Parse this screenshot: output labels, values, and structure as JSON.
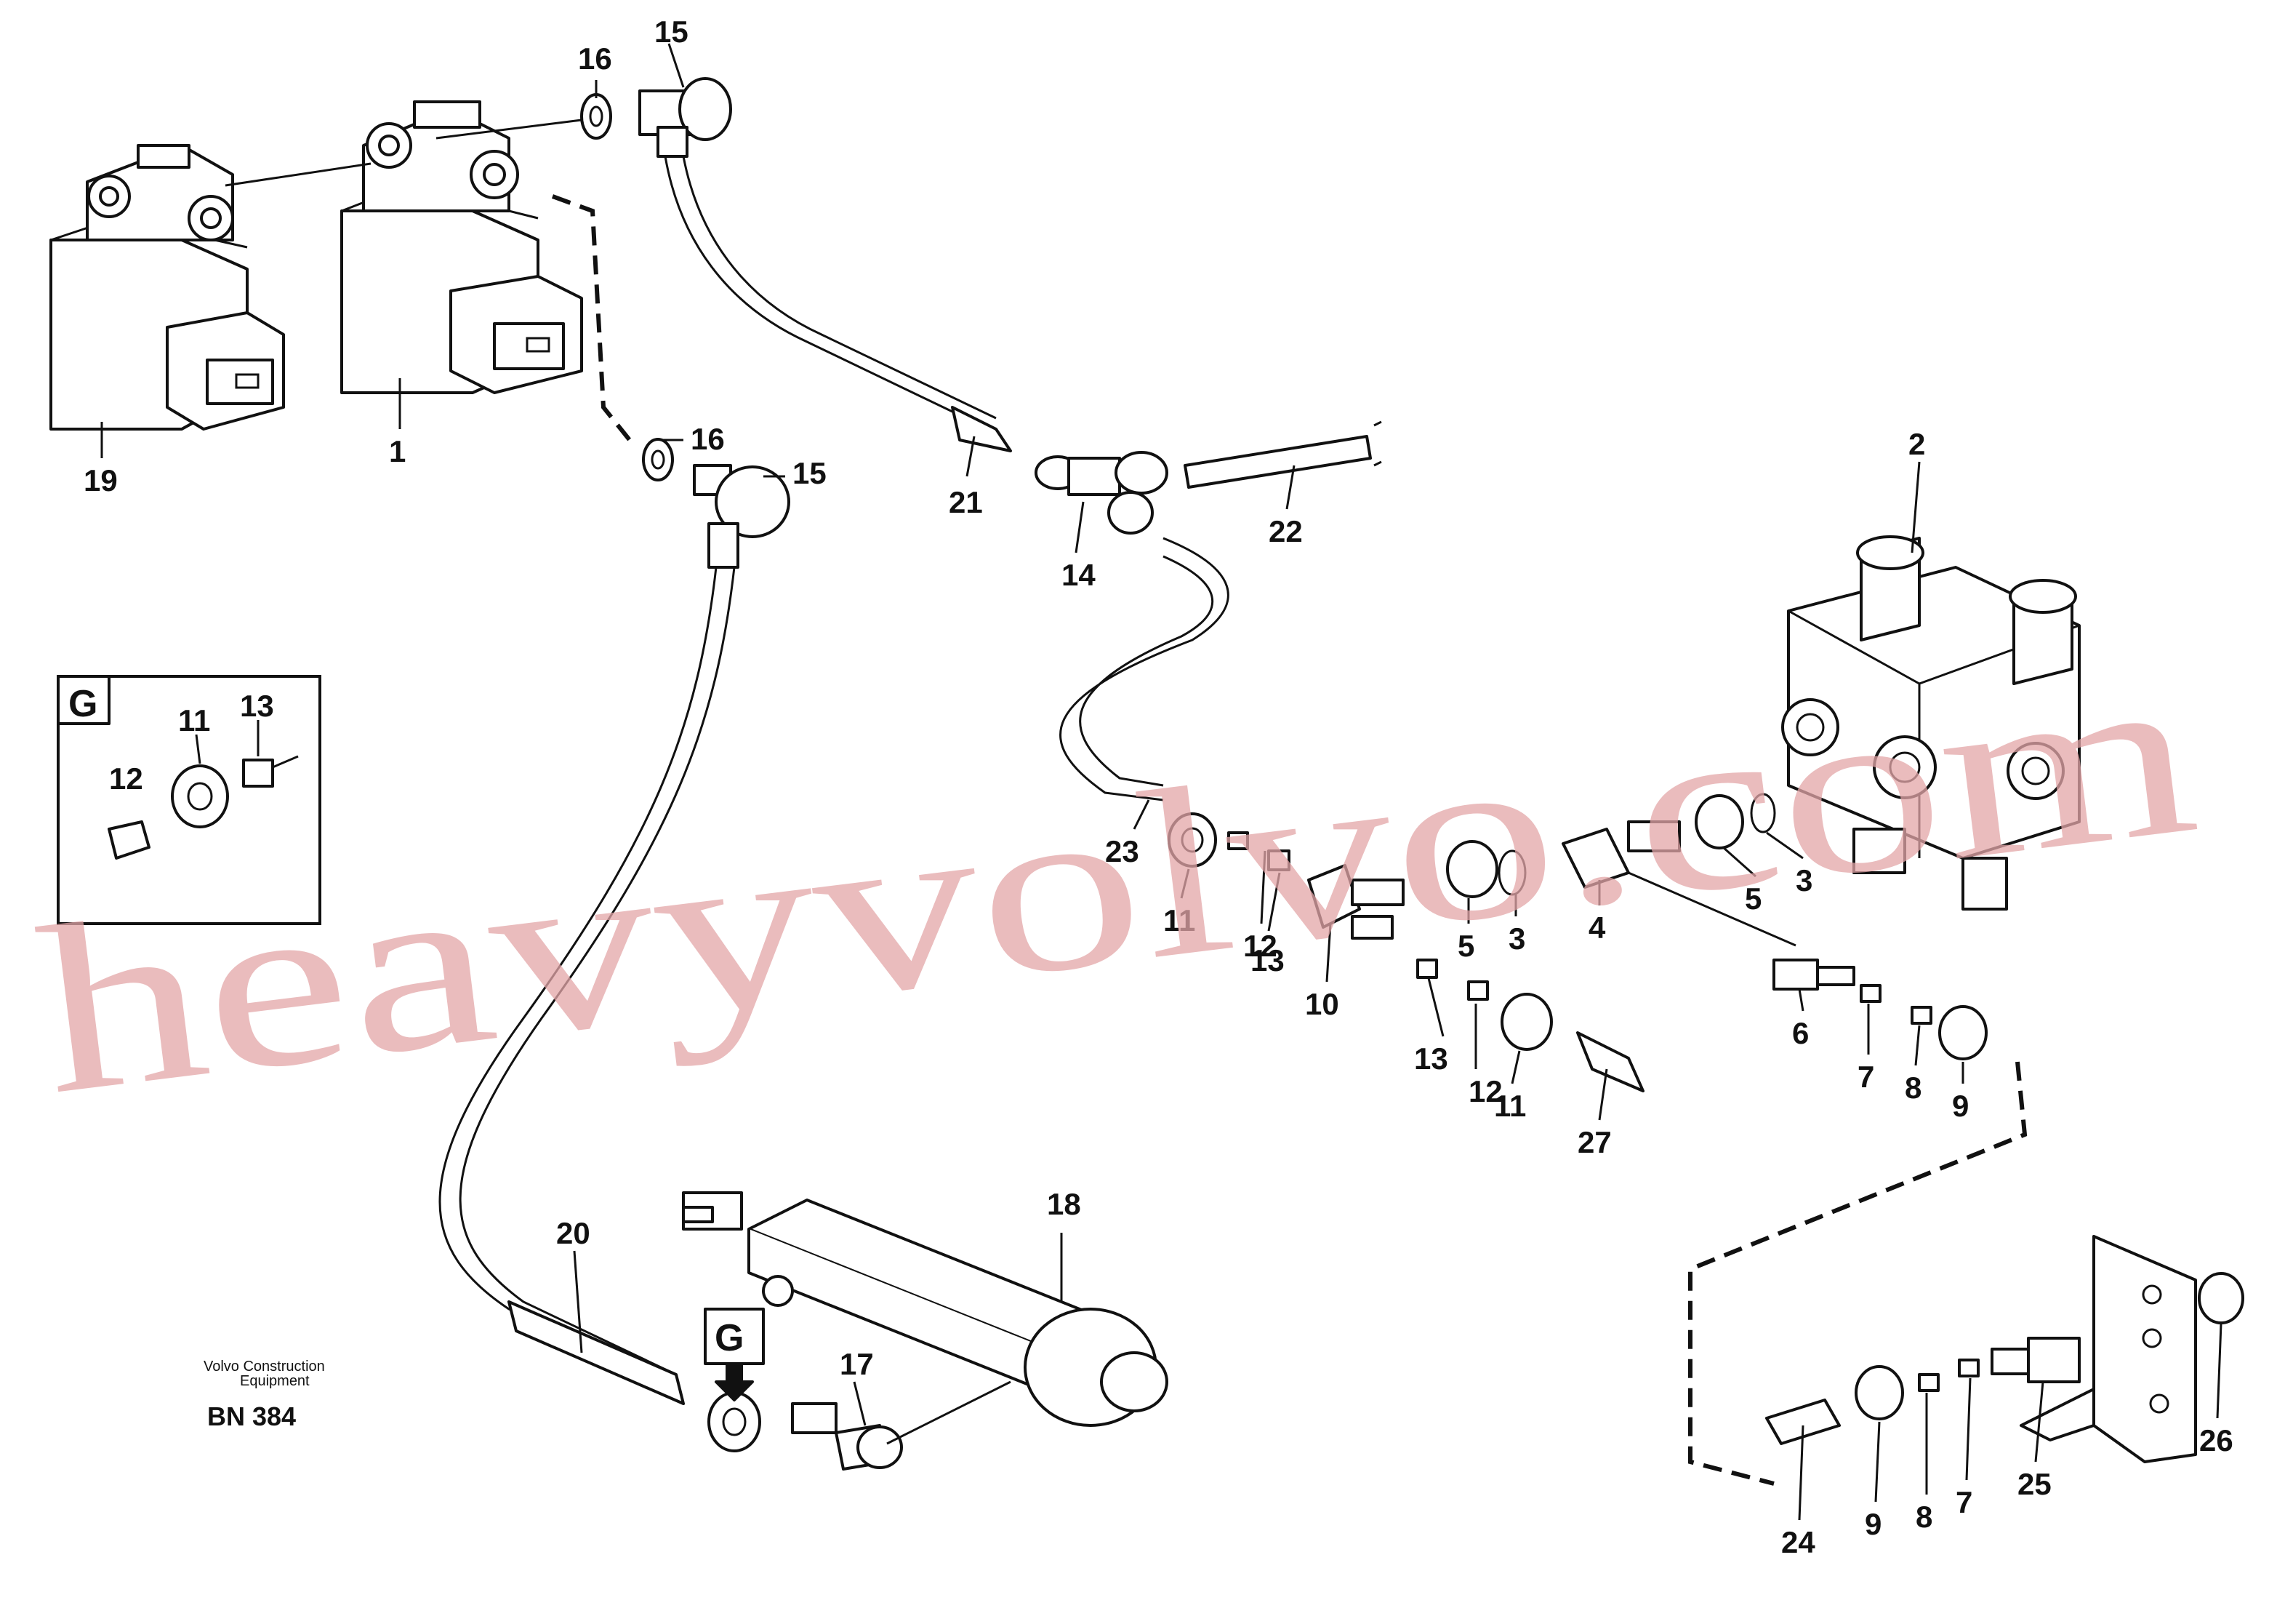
{
  "watermark": "heavyvolvo.com",
  "publisher_line1": "Volvo Construction",
  "publisher_line2": "Equipment",
  "drawing_id": "BN 384",
  "detail_letter": "G",
  "callouts": {
    "c1": "1",
    "c2": "2",
    "c3a": "3",
    "c3b": "3",
    "c4": "4",
    "c5a": "5",
    "c5b": "5",
    "c6": "6",
    "c7a": "7",
    "c7b": "7",
    "c8a": "8",
    "c8b": "8",
    "c9a": "9",
    "c9b": "9",
    "c10": "10",
    "c11a": "11",
    "c11b": "11",
    "c11c": "11",
    "c12a": "12",
    "c12b": "12",
    "c12c": "12",
    "c13a": "13",
    "c13b": "13",
    "c13c": "13",
    "c14": "14",
    "c15a": "15",
    "c15b": "15",
    "c16a": "16",
    "c16b": "16",
    "c17": "17",
    "c18": "18",
    "c19": "19",
    "c20": "20",
    "c21": "21",
    "c22": "22",
    "c23": "23",
    "c24": "24",
    "c25": "25",
    "c26": "26",
    "c27": "27"
  }
}
